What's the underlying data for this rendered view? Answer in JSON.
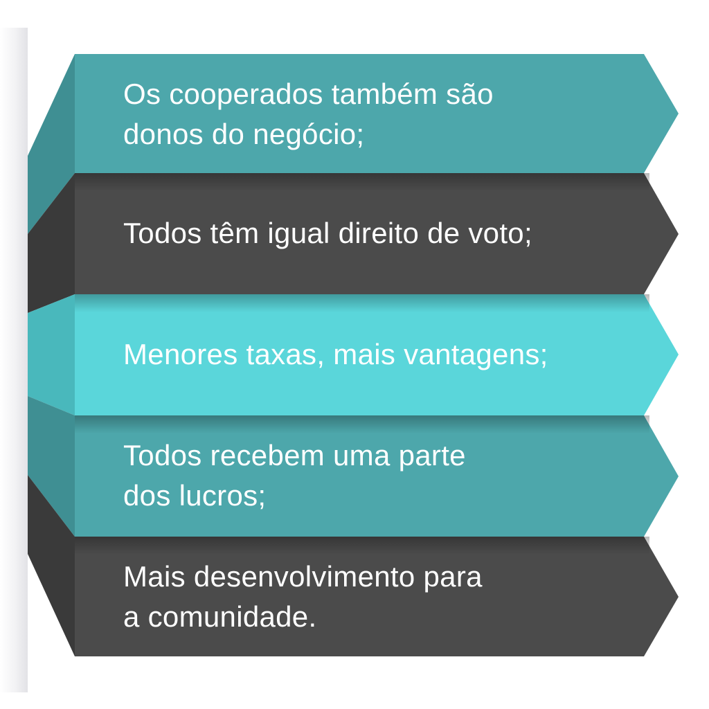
{
  "colors": {
    "teal": "#4da7ab",
    "dark": "#4b4b4b",
    "cyan": "#5ad6da",
    "fold_teal": "#3f8f93",
    "fold_dark": "#3a3a3a",
    "fold_cyan": "#49b8bc",
    "text": "#ffffff"
  },
  "bands": [
    {
      "id": "band-1",
      "color": "teal",
      "fold": "fold_teal",
      "text": "Os cooperados também são\ndonos do negócio;"
    },
    {
      "id": "band-2",
      "color": "dark",
      "fold": "fold_dark",
      "text": "Todos têm igual direito de voto;"
    },
    {
      "id": "band-3",
      "color": "cyan",
      "fold": "fold_cyan",
      "text": "Menores taxas, mais vantagens;"
    },
    {
      "id": "band-4",
      "color": "teal",
      "fold": "fold_teal",
      "text": "Todos recebem uma parte\ndos lucros;"
    },
    {
      "id": "band-5",
      "color": "dark",
      "fold": "fold_dark",
      "text": "Mais desenvolvimento para\na comunidade."
    }
  ]
}
